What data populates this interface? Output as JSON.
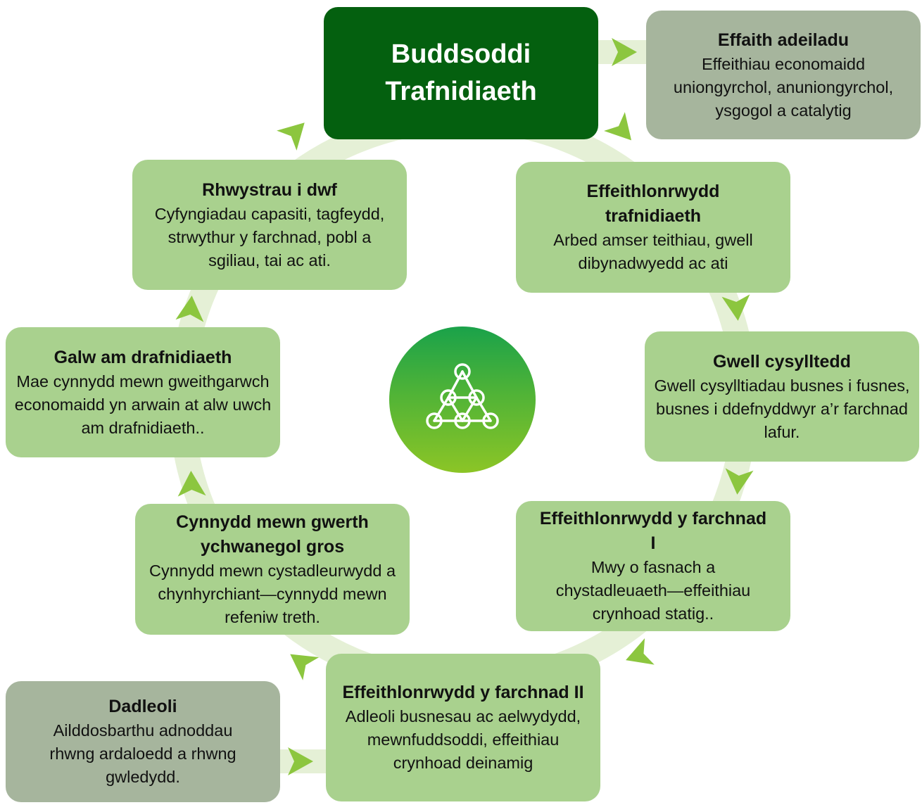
{
  "colors": {
    "ring": "#e5f0d6",
    "arrow": "#8cc63f",
    "box_green": "#a9d18e",
    "box_grey": "#a6b59d",
    "main": "#04600f"
  },
  "center_icon": "network-triangle-icon",
  "main": {
    "line1": "Buddsoddi",
    "line2": "Trafnidiaeth"
  },
  "boxes": {
    "effaith": {
      "title": "Effaith adeiladu",
      "desc": "Effeithiau economaidd uniongyrchol, anuniongyrchol, ysgogol a catalytig"
    },
    "trafnidiaeth": {
      "title": "Effeithlonrwydd trafnidiaeth",
      "desc": "Arbed amser teithiau, gwell dibynadwyedd ac ati"
    },
    "cysylltedd": {
      "title": "Gwell cysylltedd",
      "desc": "Gwell cysylltiadau busnes i fusnes, busnes i ddefnyddwyr a’r farchnad lafur."
    },
    "marchnad1": {
      "title": "Effeithlonrwydd y farchnad I",
      "desc": "Mwy o fasnach a chystadleuaeth—effeithiau crynhoad statig.."
    },
    "marchnad2": {
      "title": "Effeithlonrwydd y farchnad II",
      "desc": "Adleoli busnesau ac aelwydydd, mewnfuddsoddi, effeithiau crynhoad deinamig"
    },
    "dadleoli": {
      "title": "Dadleoli",
      "desc": "Ailddosbarthu adnoddau rhwng ardaloedd a rhwng gwledydd."
    },
    "gwerth": {
      "title": "Cynnydd mewn gwerth ychwanegol gros",
      "desc": "Cynnydd mewn cystadleurwydd a chynhyrchiant—cynnydd mewn refeniw treth."
    },
    "galw": {
      "title": "Galw am drafnidiaeth",
      "desc": "Mae cynnydd mewn gweithgarwch economaidd yn arwain at alw uwch am drafnidiaeth.."
    },
    "rhwystrau": {
      "title": "Rhwystrau i dwf",
      "desc": "Cyfyngiadau capasiti, tagfeydd, strwythur y farchnad, pobl a sgiliau, tai ac ati."
    }
  }
}
